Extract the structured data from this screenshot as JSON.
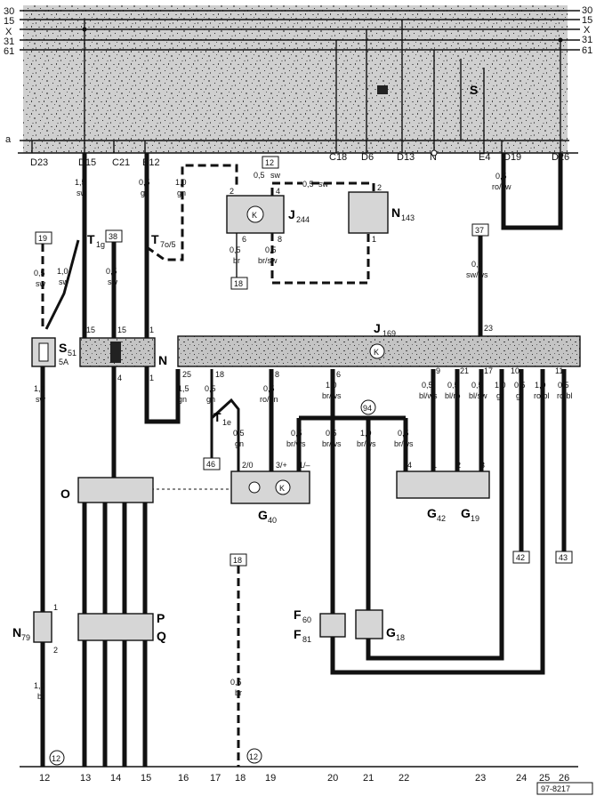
{
  "bus_labels": [
    "30",
    "15",
    "X",
    "31",
    "61"
  ],
  "bus_labels_right": [
    "30",
    "15",
    "X",
    "31",
    "61"
  ],
  "panel_letter": "a",
  "panel_connectors": [
    "D23",
    "D15",
    "C21",
    "E12",
    "C18",
    "D6",
    "D13",
    "N",
    "E4",
    "D19",
    "D26"
  ],
  "relay_S": "S",
  "wires": {
    "d15": {
      "size": "1,5",
      "color": "sw"
    },
    "e12": {
      "size": "0,5",
      "color": "gn"
    },
    "gn_a": {
      "size": "1,0",
      "color": "gn"
    },
    "j244_in": {
      "size": "0,5",
      "color": "sw"
    },
    "j244_sw": {
      "size": "0,5",
      "color": "sw"
    },
    "d19": {
      "size": "0,5",
      "color": "ro/sw"
    },
    "j244_6": {
      "size": "0,5",
      "color": "br"
    },
    "j244_8": {
      "size": "0,5",
      "color": "br/sw"
    },
    "t_left": {
      "size": "0,5",
      "color": "sw"
    },
    "t_mid": {
      "size": "1,0",
      "color": "sw"
    },
    "t38": {
      "size": "0,5",
      "color": "sw"
    },
    "w37": {
      "size": "0,5",
      "color": "sw/ws"
    },
    "s51_out": {
      "size": "1,0",
      "color": "sw"
    },
    "n_out": {
      "size": "1,5",
      "color": "gn"
    },
    "t1e": {
      "size": "0,5",
      "color": "gn"
    },
    "j18": {
      "size": "0,5",
      "color": "gn"
    },
    "j8": {
      "size": "0,5",
      "color": "ro/gn"
    },
    "j6": {
      "size": "1,0",
      "color": "br/ws"
    },
    "br_ws_a": {
      "size": "0,5",
      "color": "br/ws"
    },
    "br_ws_b": {
      "size": "0,5",
      "color": "br/ws"
    },
    "br_ws_c": {
      "size": "1,0",
      "color": "br/ws"
    },
    "br_ws_d": {
      "size": "0,5",
      "color": "br/ws"
    },
    "j9": {
      "size": "0,5",
      "color": "bl/ws"
    },
    "j21": {
      "size": "0,5",
      "color": "bl/ro"
    },
    "j17": {
      "size": "0,5",
      "color": "bl/sw"
    },
    "j10a": {
      "size": "1,0",
      "color": "gr"
    },
    "j10b": {
      "size": "0,5",
      "color": "gr"
    },
    "j11a": {
      "size": "1,0",
      "color": "ro/bl"
    },
    "j11b": {
      "size": "0,5",
      "color": "ro/bl"
    },
    "n79_out": {
      "size": "1,0",
      "color": "br"
    },
    "w18": {
      "size": "0,5",
      "color": "br"
    }
  },
  "refs": {
    "r12": "12",
    "r18": "18",
    "r19": "19",
    "r38": "38",
    "r37": "37",
    "r46": "46",
    "r42": "42",
    "r43": "43",
    "r18b": "18",
    "c94": "94",
    "c12a": "12",
    "c12b": "12"
  },
  "pins": {
    "j244_2": "2",
    "j244_4": "4",
    "j244_6": "6",
    "j244_8": "8",
    "n143_2": "2",
    "n143_1": "1",
    "n_15a": "15",
    "n_15b": "15",
    "n_1": "1",
    "n_4": "4",
    "n_1b": "1",
    "j169_25": "25",
    "j169_18": "18",
    "j169_8": "8",
    "j169_6": "6",
    "j169_9": "9",
    "j169_21": "21",
    "j169_17": "17",
    "j169_10": "10",
    "j169_11": "11",
    "j169_23": "23",
    "g40_20": "2/0",
    "g40_3": "3/+",
    "g40_1": "1/–",
    "g42_4": "4",
    "g42_1": "1",
    "g42_2": "2",
    "g42_3": "3",
    "n79_1": "1",
    "n79_2": "2"
  },
  "components": {
    "j244": {
      "name": "J",
      "sub": "244"
    },
    "n143": {
      "name": "N",
      "sub": "143"
    },
    "s51": {
      "name": "S",
      "sub": "51",
      "rating": "5A"
    },
    "n_relay": {
      "name": "N"
    },
    "t1g": {
      "name": "T",
      "sub": "1g"
    },
    "t7o": {
      "name": "T",
      "sub": "7o/5"
    },
    "t1e": {
      "name": "T",
      "sub": "1e"
    },
    "j169": {
      "name": "J",
      "sub": "169"
    },
    "o_switch": {
      "name": "O"
    },
    "g40": {
      "name": "G",
      "sub": "40"
    },
    "g42": {
      "name": "G",
      "sub": "42"
    },
    "g19": {
      "name": "G",
      "sub": "19"
    },
    "f60": {
      "name": "F",
      "sub": "60"
    },
    "f81": {
      "name": "F",
      "sub": "81"
    },
    "g18": {
      "name": "G",
      "sub": "18"
    },
    "n79": {
      "name": "N",
      "sub": "79"
    },
    "p": {
      "name": "P"
    },
    "q": {
      "name": "Q"
    },
    "k_symbol": "K"
  },
  "bottom_numbers": [
    "12",
    "13",
    "14",
    "15",
    "16",
    "17",
    "18",
    "19",
    "20",
    "21",
    "22",
    "23",
    "24",
    "25",
    "26"
  ],
  "doc_code": "97-8217"
}
